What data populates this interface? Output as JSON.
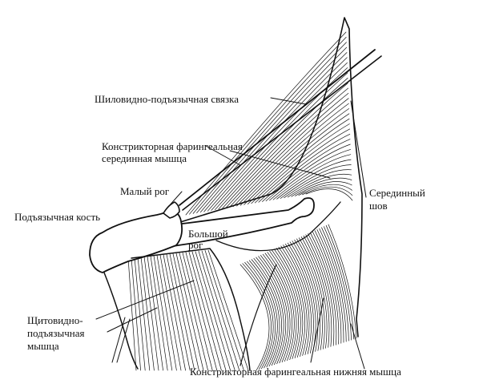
{
  "labels": {
    "stylohyoid_ligament": "Шиловидно-подъязычная связка",
    "middle_constrictor": [
      "Констрикторная фарингеальная",
      "серединная мышца"
    ],
    "lesser_horn": "Малый рог",
    "hyoid_bone": "Подъязычная кость",
    "greater_horn": [
      "Большой",
      "рог"
    ],
    "median_raphe": [
      "Серединный",
      "шов"
    ],
    "thyrohyoid_muscle": [
      "Щитовидно-",
      "подъязычная",
      "мышца"
    ],
    "inferior_constrictor": "Констрикторная фарингеальная нижняя мышца"
  },
  "colors": {
    "ink": "#111111",
    "paper": "#ffffff"
  }
}
